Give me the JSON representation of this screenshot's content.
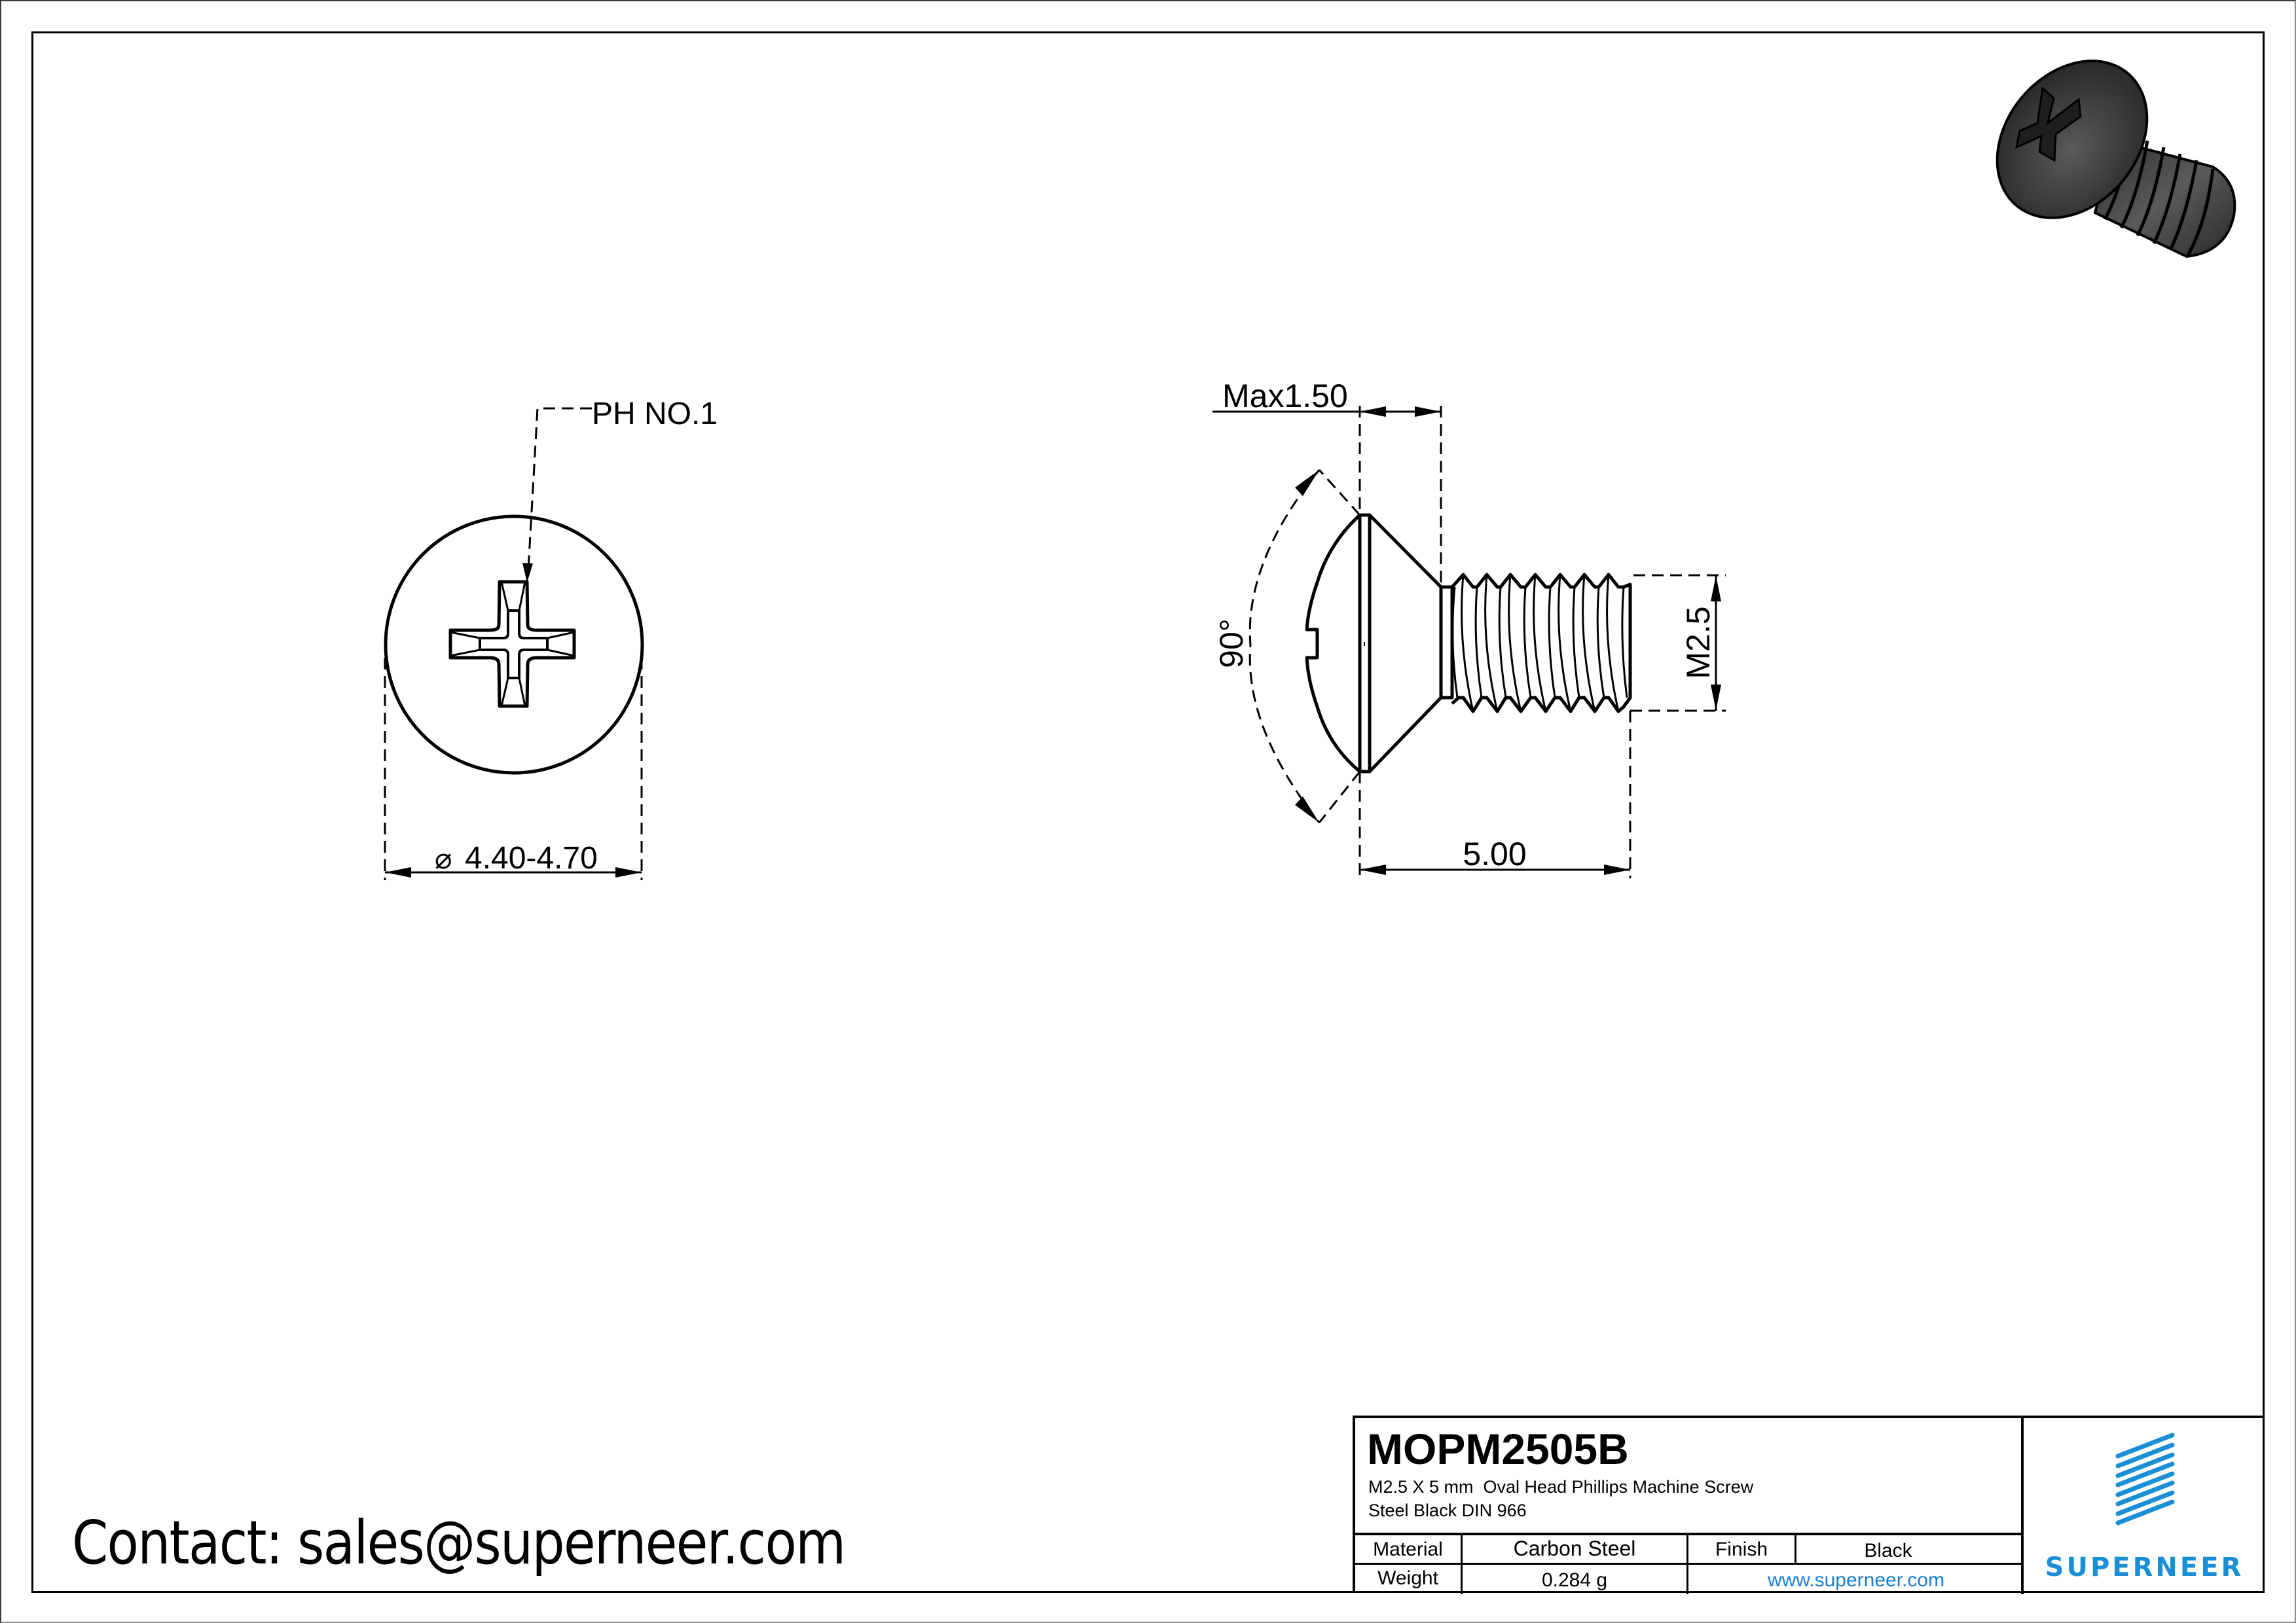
{
  "drawing": {
    "front_view": {
      "callout": "PH NO.1",
      "diameter_symbol": "⌀",
      "diameter_dimension": "4.40-4.70"
    },
    "side_view": {
      "head_height_dimension": "Max1.50",
      "head_angle_dimension": "90°",
      "thread_dimension": "M2.5",
      "length_dimension": "5.00"
    },
    "render_3d": {
      "icon": "oval-head-phillips-screw-render",
      "color": "#2b2b2b"
    }
  },
  "title_block": {
    "part_number": "MOPM2505B",
    "description_line1": "M2.5 X 5 mm  Oval Head Phillips Machine Screw",
    "description_line2": "Steel Black DIN 966",
    "material_label": "Material",
    "material_value": "Carbon Steel",
    "finish_label": "Finish",
    "finish_value": "Black",
    "weight_label": "Weight",
    "weight_value": "0.284 g",
    "website": "www.superneer.com",
    "logo_text": "SUPERNEER",
    "brand_color": "#1a8fd6"
  },
  "contact": {
    "text": "Contact: sales@superneer.com"
  }
}
